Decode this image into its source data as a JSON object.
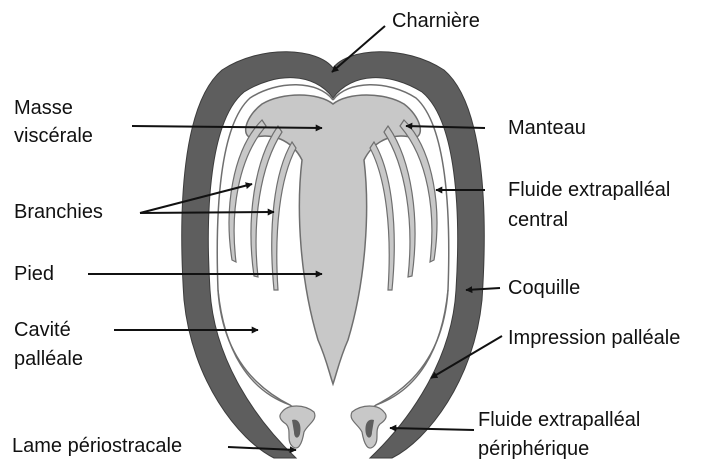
{
  "diagram": {
    "colors": {
      "shell": "#5e5e5e",
      "mantle": "#c8c8c8",
      "outline": "#6f6f6f",
      "arrow": "#111111",
      "background": "#ffffff"
    },
    "labels": {
      "charniere": "Charnière",
      "masse_line1": "Masse",
      "masse_line2": "viscérale",
      "manteau": "Manteau",
      "fluide_central_line1": "Fluide extrapalléal",
      "fluide_central_line2": "central",
      "branchies": "Branchies",
      "pied": "Pied",
      "coquille": "Coquille",
      "cavite_line1": "Cavité",
      "cavite_line2": "palléale",
      "impression": "Impression palléale",
      "fluide_peri_line1": "Fluide extrapalléal",
      "fluide_peri_line2": "périphérique",
      "lame": "Lame périostracale"
    }
  }
}
